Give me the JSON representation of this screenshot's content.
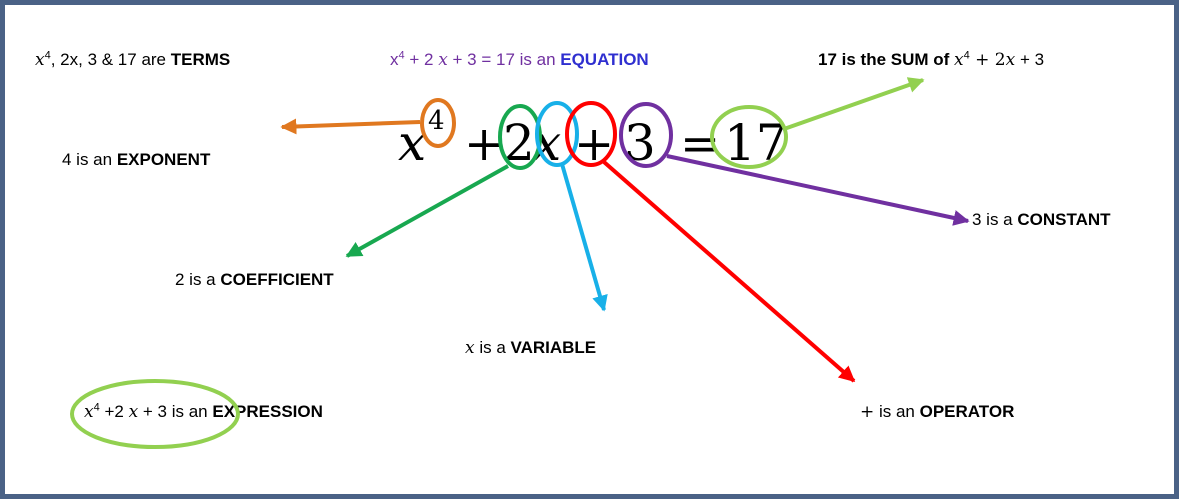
{
  "top": {
    "terms": {
      "x": "x",
      "exp": "4",
      "rest": ", 2x, 3 & 17 are ",
      "kw": "TERMS"
    },
    "equation": {
      "x": "x",
      "exp": "4",
      "mid": " + 2 ",
      "xv": "x",
      "tail": " + 3 = 17 is an ",
      "kw": "EQUATION"
    },
    "sum": {
      "lead": "17 is the SUM of ",
      "x": "x",
      "exp": "4",
      "op": " + 2",
      "xv": "x",
      "tail": " + 3"
    }
  },
  "equation_main": {
    "x1": "x",
    "exp": "4",
    "plus1": "+",
    "coef": "2",
    "x2": "x",
    "plus2": "+",
    "const": "3",
    "eq": "=",
    "rhs": "17"
  },
  "labels": {
    "exponent": {
      "text": "4 is an ",
      "kw": "EXPONENT"
    },
    "constant": {
      "text": "3 is a ",
      "kw": "CONSTANT"
    },
    "coefficient": {
      "text": "2 is a ",
      "kw": "COEFFICIENT"
    },
    "variable": {
      "sym": "x",
      "text": " is a ",
      "kw": "VARIABLE"
    },
    "expression": {
      "x": "x",
      "exp": "4",
      "mid": " +2 ",
      "xv": "x",
      "tail": " + 3",
      "text": " is an ",
      "kw": "EXPRESSION"
    },
    "operator": {
      "sym": "+",
      "text": " is an ",
      "kw": "OPERATOR"
    }
  },
  "colors": {
    "frame": "#4a6286",
    "exponent": "#e07820",
    "coefficient": "#18a850",
    "variable": "#18b0e8",
    "operator": "#ff0000",
    "constant": "#7030a0",
    "sum": "#92d050",
    "equation_text": "#7030a0",
    "equation_keyword": "#2f2fd0"
  }
}
